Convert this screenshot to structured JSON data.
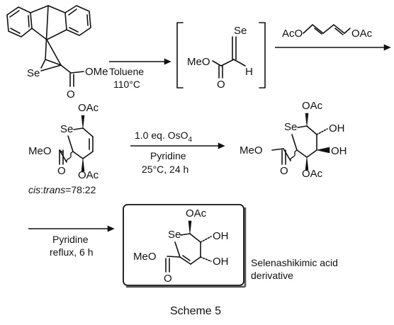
{
  "labels": {
    "se": "Se",
    "ome": "OMe",
    "o": "O",
    "meo": "MeO",
    "h": "H",
    "aco": "AcO",
    "oac": "OAc",
    "oh": "OH",
    "cis": "cis",
    "trans": "trans",
    "ratio": "=78:22"
  },
  "conditions": {
    "step1_solvent": "Toluene",
    "step1_temp": "110°C",
    "step2_reagent_prefix": "1.0 eq. OsO",
    "step2_reagent_sub": "4",
    "step2_solvent": "Pyridine",
    "step2_time": "25°C, 24 h",
    "step3_solvent": "Pyridine",
    "step3_time": "reflux, 6 h"
  },
  "product_name_line1": "Selenashikimic acid",
  "product_name_line2": "derivative",
  "caption": "Scheme 5"
}
